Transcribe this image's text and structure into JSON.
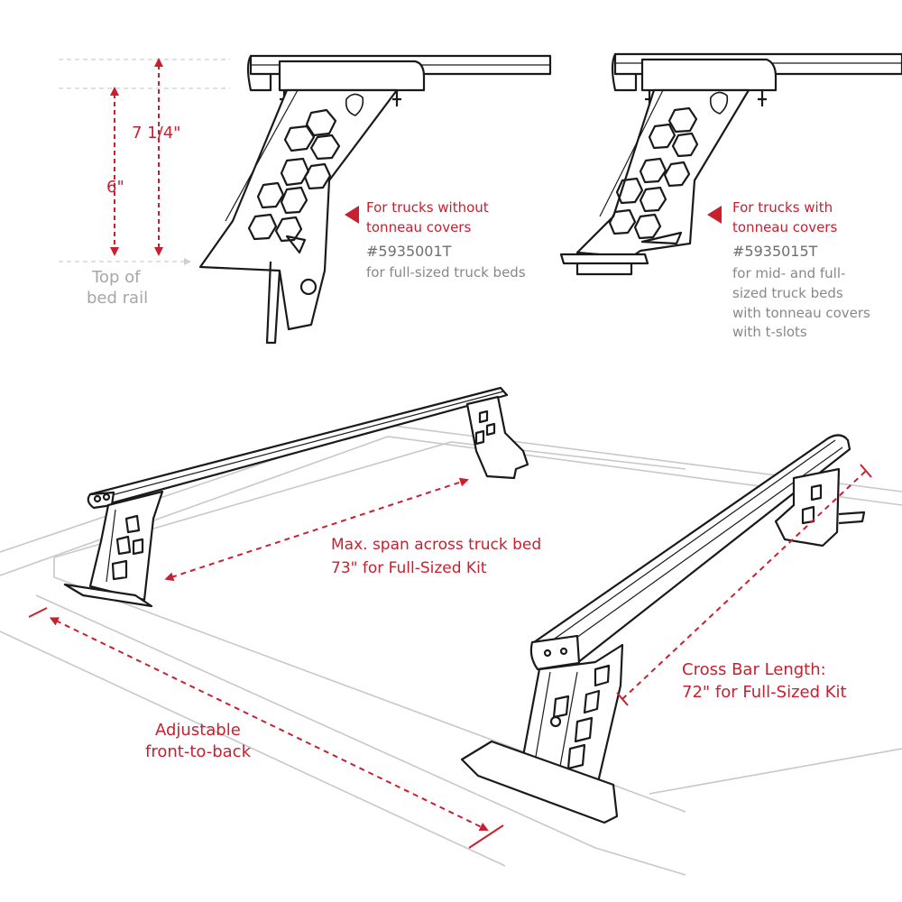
{
  "dimensions": {
    "outer": "7 1/4\"",
    "inner": "6\"",
    "reference_line1": "Top of",
    "reference_line2": "bed rail"
  },
  "mount_no_tonneau": {
    "heading_line1": "For trucks without",
    "heading_line2": "tonneau covers",
    "part_number": "#5935001T",
    "description_line1": "for full-sized truck beds"
  },
  "mount_tonneau": {
    "heading_line1": "For trucks with",
    "heading_line2": "tonneau covers",
    "part_number": "#5935015T",
    "description_line1": "for mid- and full-",
    "description_line2": "sized truck beds",
    "description_line3": "with tonneau covers",
    "description_line4": "with t-slots"
  },
  "callouts": {
    "span_line1": "Max. span across truck bed",
    "span_line2": "73\" for Full-Sized Kit",
    "crossbar_line1": "Cross Bar Length:",
    "crossbar_line2": "72\" for Full-Sized Kit",
    "adjust_line1": "Adjustable",
    "adjust_line2": "front-to-back"
  },
  "colors": {
    "accent": "#c8202f",
    "line_art": "#1a1a1a",
    "muted_text": "#888888",
    "guide_lines": "#c8c8c8"
  }
}
